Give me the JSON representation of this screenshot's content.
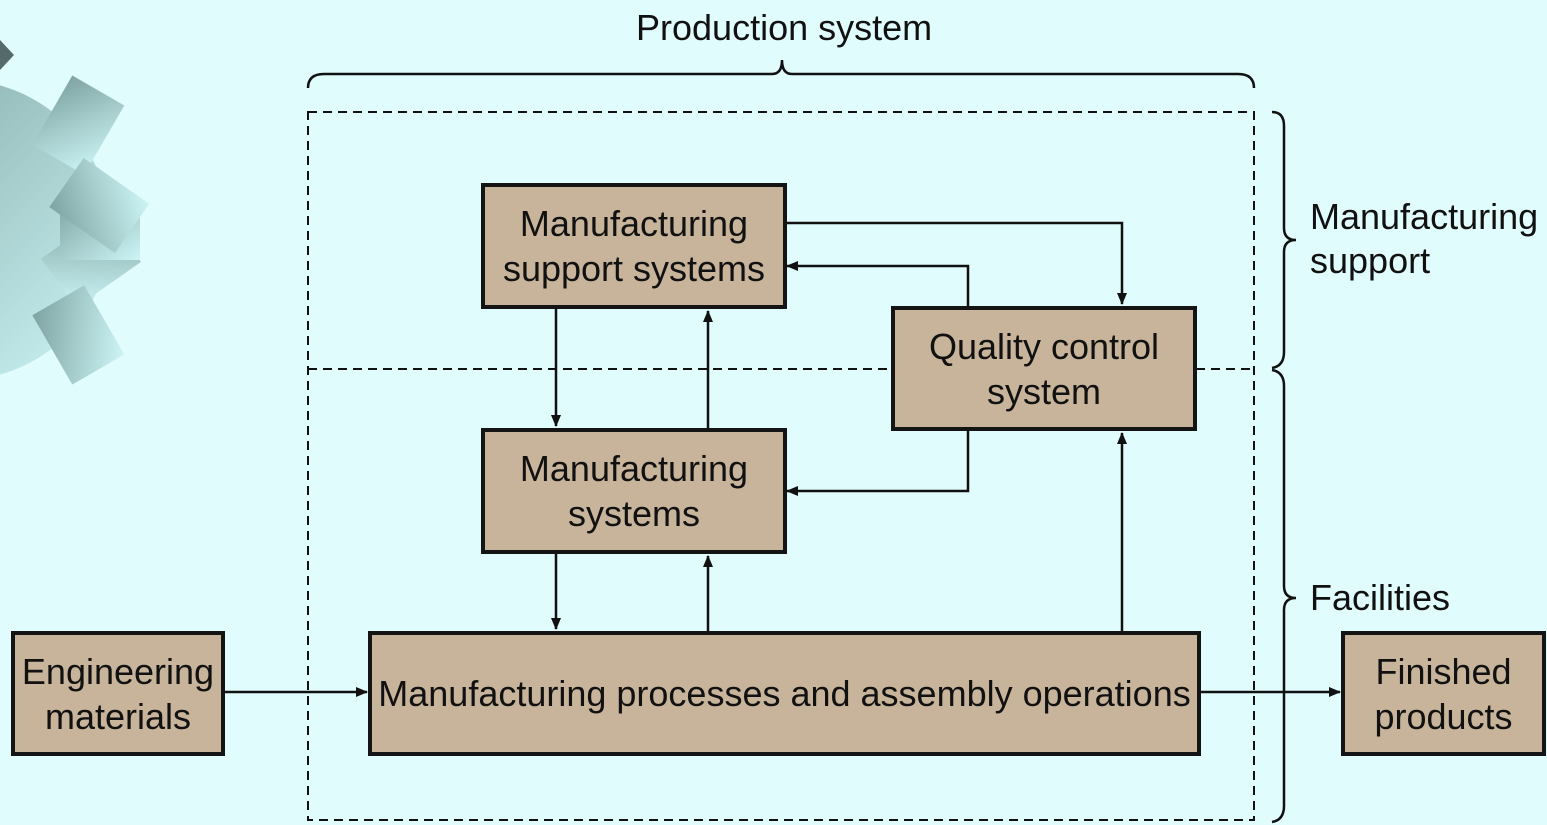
{
  "colors": {
    "background": "#e0fcfc",
    "box_fill": "#c8b49a",
    "box_border": "#141414",
    "gear_dark": "#7fa3a3",
    "gear_light": "#cdf5f5"
  },
  "decoration": {
    "icon": "gear-icon"
  },
  "labels": {
    "production_system": "Production system",
    "manufacturing_support": "Manufacturing\nsupport",
    "facilities": "Facilities"
  },
  "boxes": {
    "support_systems": "Manufacturing\nsupport systems",
    "quality_control": "Quality control\nsystem",
    "manufacturing_systems": "Manufacturing\nsystems",
    "processes": "Manufacturing processes and assembly operations",
    "engineering_materials": "Engineering\nmaterials",
    "finished_products": "Finished\nproducts"
  }
}
